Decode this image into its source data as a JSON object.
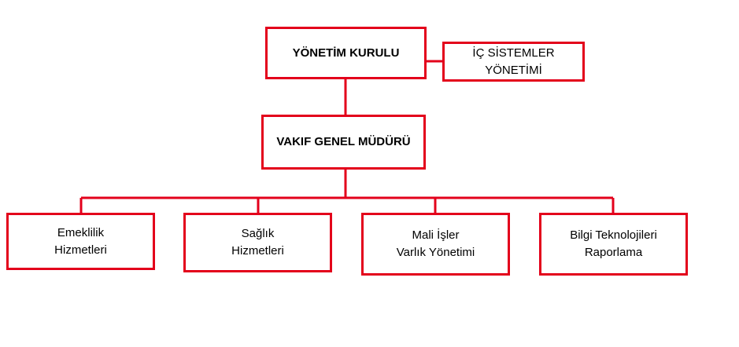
{
  "colors": {
    "accent": "#e3001b",
    "text": "#000000",
    "background": "#ffffff"
  },
  "board": {
    "label": "YÖNETİM KURULU"
  },
  "internal_systems": {
    "label": "İÇ SİSTEMLER\nYÖNETİMİ"
  },
  "general_manager": {
    "label": "VAKIF GENEL MÜDÜRÜ"
  },
  "departments": [
    {
      "label": "Emeklilik\nHizmetleri"
    },
    {
      "label": "Sağlık\nHizmetleri"
    },
    {
      "label": "Mali İşler\nVarlık Yönetimi"
    },
    {
      "label": "Bilgi Teknolojileri\nRaporlama"
    }
  ]
}
